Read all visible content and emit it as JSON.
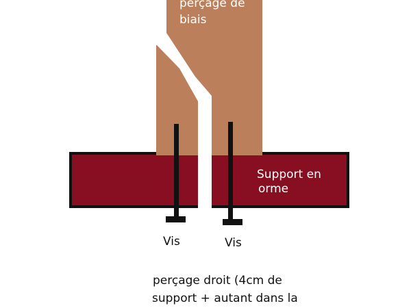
{
  "labels": {
    "biais_line1": "perçage de",
    "biais_line2": "biais",
    "support_line1": "Support en",
    "support_line2": "orme",
    "screw_left": "Vis",
    "screw_right": "Vis",
    "droit_line1": "perçage droit (4cm de",
    "droit_line2": "support + autant dans la"
  },
  "colors": {
    "wood": "#bb7f5c",
    "support": "#870f21",
    "outline": "#111111",
    "drill_hole": "#ffffff",
    "background": "#ffffff"
  }
}
